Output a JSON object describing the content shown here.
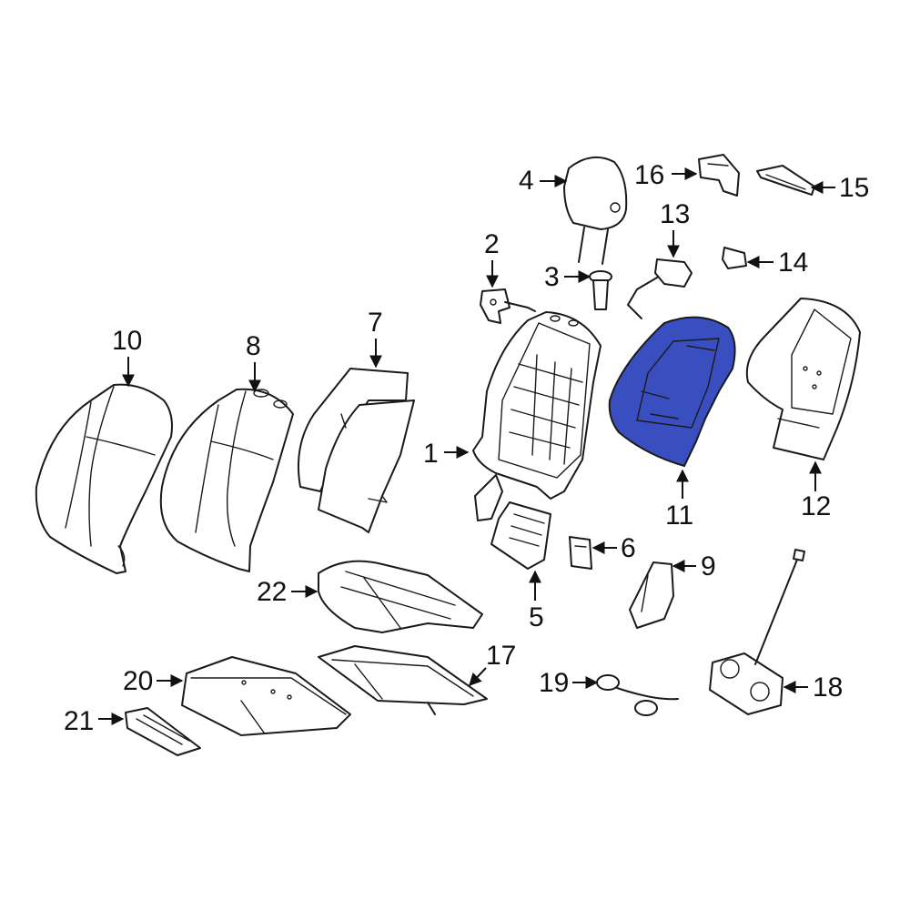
{
  "diagram": {
    "highlight_color": "#3a4fbf",
    "highlighted_part": "11",
    "callouts": [
      {
        "id": "c1",
        "label": "1"
      },
      {
        "id": "c2",
        "label": "2"
      },
      {
        "id": "c3",
        "label": "3"
      },
      {
        "id": "c4",
        "label": "4"
      },
      {
        "id": "c5",
        "label": "5"
      },
      {
        "id": "c6",
        "label": "6"
      },
      {
        "id": "c7",
        "label": "7"
      },
      {
        "id": "c8",
        "label": "8"
      },
      {
        "id": "c9",
        "label": "9"
      },
      {
        "id": "c10",
        "label": "10"
      },
      {
        "id": "c11",
        "label": "11"
      },
      {
        "id": "c12",
        "label": "12"
      },
      {
        "id": "c13",
        "label": "13"
      },
      {
        "id": "c14",
        "label": "14"
      },
      {
        "id": "c15",
        "label": "15"
      },
      {
        "id": "c16",
        "label": "16"
      },
      {
        "id": "c17",
        "label": "17"
      },
      {
        "id": "c18",
        "label": "18"
      },
      {
        "id": "c19",
        "label": "19"
      },
      {
        "id": "c20",
        "label": "20"
      },
      {
        "id": "c21",
        "label": "21"
      },
      {
        "id": "c22",
        "label": "22"
      }
    ]
  }
}
